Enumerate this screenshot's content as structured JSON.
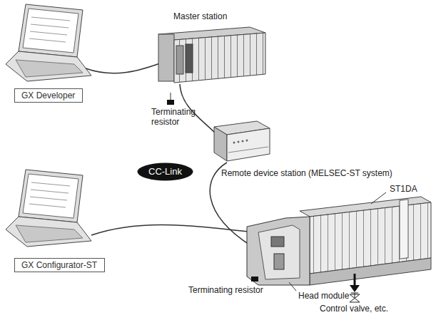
{
  "diagram": {
    "nodes": [
      {
        "text": [
          "GX Developer"
        ]
      },
      {
        "text": [
          "CC-Link"
        ]
      },
      {
        "text": [
          "GX Configurator-ST"
        ]
      }
    ],
    "edges": [],
    "labels": [
      "Master station",
      "Terminating resistor",
      "Remote device station (MELSEC-ST system)",
      "ST1DA",
      "Terminating resistor",
      "Head module",
      "Control valve, etc."
    ]
  }
}
